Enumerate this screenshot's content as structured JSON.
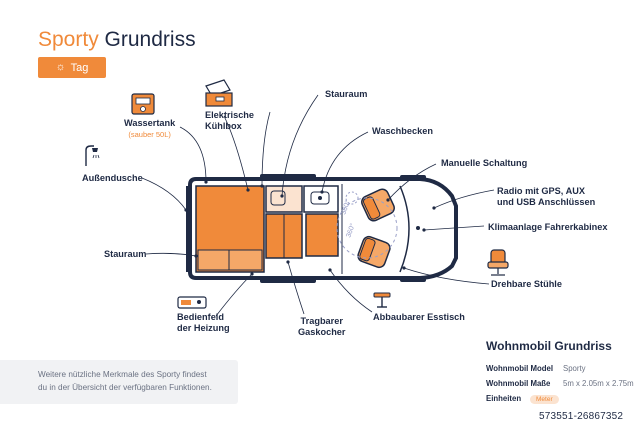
{
  "title": {
    "accent": "Sporty",
    "rest": "Grundriss"
  },
  "tag_button": {
    "label": "Tag",
    "icon": "sun-icon"
  },
  "labels": {
    "wassertank": "Wassertank",
    "wassertank_sub": "(sauber 50L)",
    "kuehlbox_1": "Elektrische",
    "kuehlbox_2": "Kühlbox",
    "stauraum_top": "Stauraum",
    "waschbecken": "Waschbecken",
    "schaltung": "Manuelle Schaltung",
    "radio_1": "Radio mit GPS, AUX",
    "radio_2": "und USB Anschlüssen",
    "klima": "Klimaanlage Fahrerkabinex",
    "aussendusche": "Außendusche",
    "stauraum_left": "Stauraum",
    "stuehle": "Drehbare Stühle",
    "heizung_1": "Bedienfeld",
    "heizung_2": "der Heizung",
    "gaskocher_1": "Tragbarer",
    "gaskocher_2": "Gaskocher",
    "esstisch": "Abbaubarer Esstisch",
    "rotation": "360°"
  },
  "info": {
    "line1": "Weitere nützliche Merkmale des Sporty findest",
    "line2": "du in der Übersicht der verfügbaren Funktionen."
  },
  "specs": {
    "title": "Wohnmobil Grundriss",
    "model_label": "Wohnmobil Model",
    "model_value": "Sporty",
    "size_label": "Wohnmobil Maße",
    "size_value": "5m x 2.05m x 2.75m",
    "units_label": "Einheiten",
    "units_value": "Meter"
  },
  "code": "573551-26867352",
  "colors": {
    "accent": "#f08a3a",
    "navy": "#1f2a44",
    "light_orange": "#fbe3d0"
  }
}
